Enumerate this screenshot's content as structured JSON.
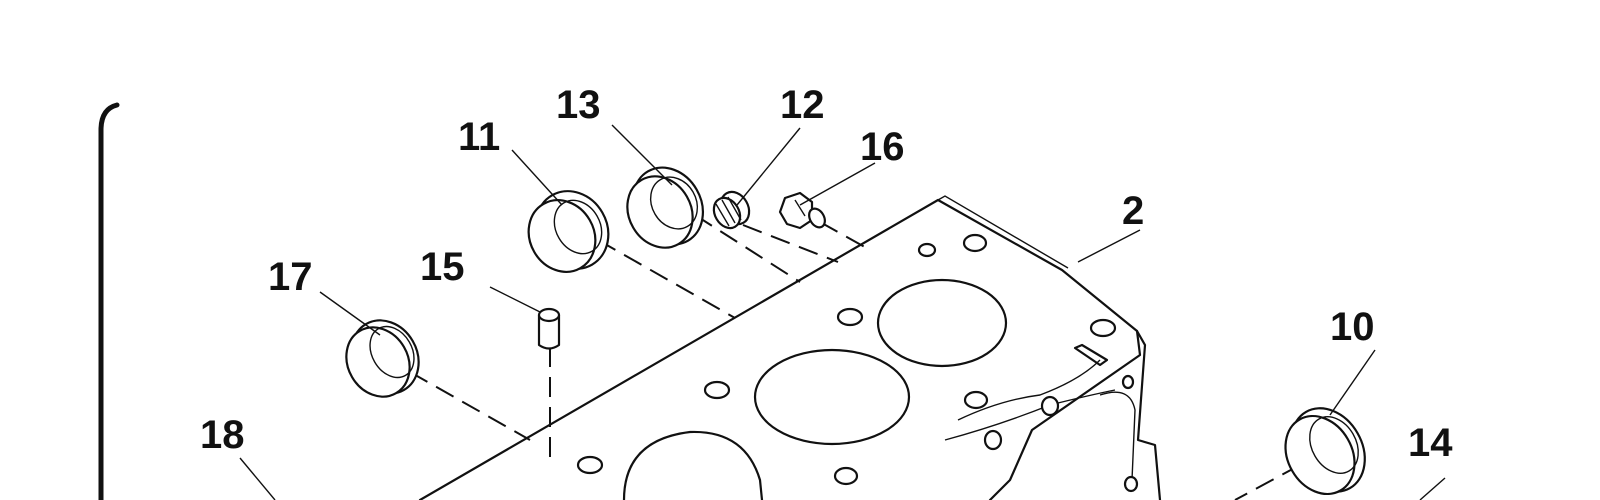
{
  "callouts": {
    "c2": "2",
    "c10": "10",
    "c11": "11",
    "c12": "12",
    "c13": "13",
    "c14": "14",
    "c15": "15",
    "c16": "16",
    "c17": "17",
    "c18": "18"
  }
}
